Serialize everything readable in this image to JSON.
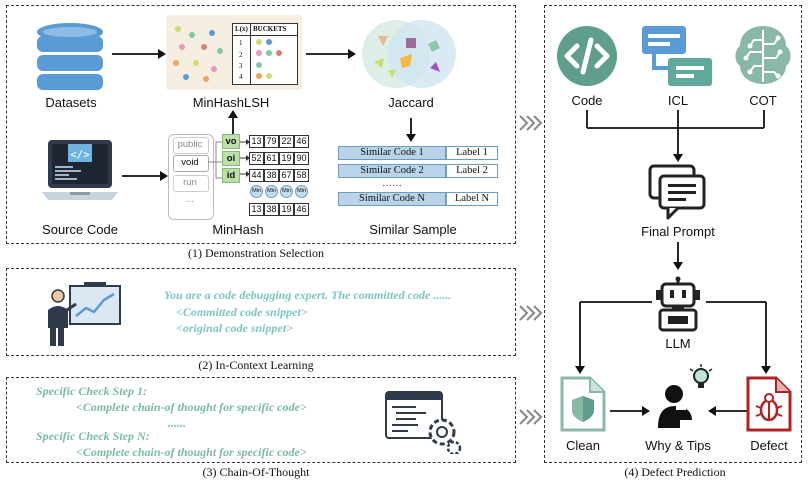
{
  "panels": {
    "demo_caption": "(1) Demonstration Selection",
    "icl_caption": "(2) In-Context Learning",
    "cot_caption": "(3) Chain-Of-Thought",
    "defect_caption": "(4) Defect Prediction"
  },
  "demo": {
    "datasets_label": "Datasets",
    "minhashlsh_label": "MinHashLSH",
    "jaccard_label": "Jaccard",
    "source_code_label": "Source Code",
    "minhash_label": "MinHash",
    "similar_sample_label": "Similar Sample",
    "lsh_table": {
      "col1": "L(x)",
      "col2": "BUCKETS",
      "rows": [
        "1",
        "2",
        "3",
        "4"
      ]
    },
    "keywords": [
      "public",
      "void",
      "run",
      "..."
    ],
    "tokens": [
      "vo",
      "oi",
      "id"
    ],
    "hash_rows": [
      [
        "13",
        "79",
        "22",
        "46"
      ],
      [
        "52",
        "61",
        "19",
        "90"
      ],
      [
        "44",
        "38",
        "67",
        "58"
      ]
    ],
    "min_label": "Min",
    "min_row": [
      "13",
      "38",
      "19",
      "46"
    ],
    "similar_rows": [
      {
        "code": "Similar Code 1",
        "label": "Label 1"
      },
      {
        "code": "Similar Code 2",
        "label": "Label 2"
      },
      {
        "code": "Similar Code N",
        "label": "Label N"
      }
    ],
    "ellipsis": "……"
  },
  "icl": {
    "line1": "You are a code debugging expert. The committed code ......",
    "line2": "<Committed code snippet>",
    "line3": "<original code snippet>"
  },
  "cot": {
    "step1": "Specific Check Step 1:",
    "step1_detail": "<Complete chain-of thought for specific code>",
    "dots": "......",
    "stepn": "Specific Check Step N:",
    "stepn_detail": "<Complete chain-of thought for specific code>"
  },
  "defect": {
    "code_label": "Code",
    "icl_label": "ICL",
    "cot_label": "COT",
    "final_prompt_label": "Final Prompt",
    "llm_label": "LLM",
    "clean_label": "Clean",
    "why_tips_label": "Why & Tips",
    "defect_label": "Defect"
  },
  "colors": {
    "teal_text": "#7fc3c7",
    "green_text": "#7cb9a6",
    "icon_teal": "#5f9e8c",
    "icon_blue": "#5b9bd5",
    "defect_red": "#b22222"
  }
}
